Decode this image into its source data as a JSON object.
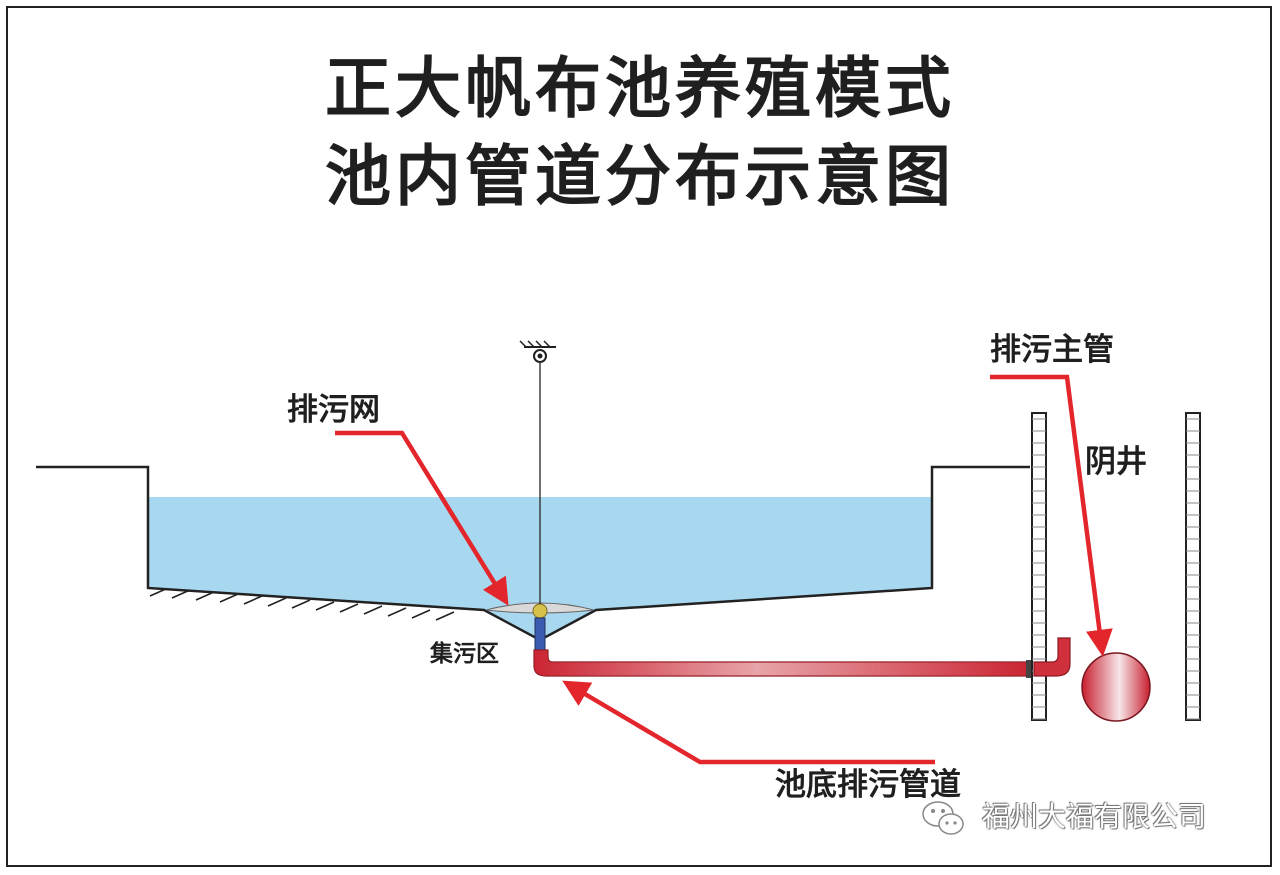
{
  "title": {
    "line1": "正大帆布池养殖模式",
    "line2": "池内管道分布示意图"
  },
  "labels": {
    "drain_net": "排污网",
    "main_pipe": "排污主管",
    "manhole": "阴井",
    "sludge_zone": "集污区",
    "bottom_pipe": "池底排污管道"
  },
  "watermark": {
    "text": "福州大福有限公司",
    "icon": "wechat-icon"
  },
  "colors": {
    "water": "#a8d8ef",
    "pipe": "#d0303c",
    "arrow": "#e3262b",
    "outline": "#222222"
  }
}
